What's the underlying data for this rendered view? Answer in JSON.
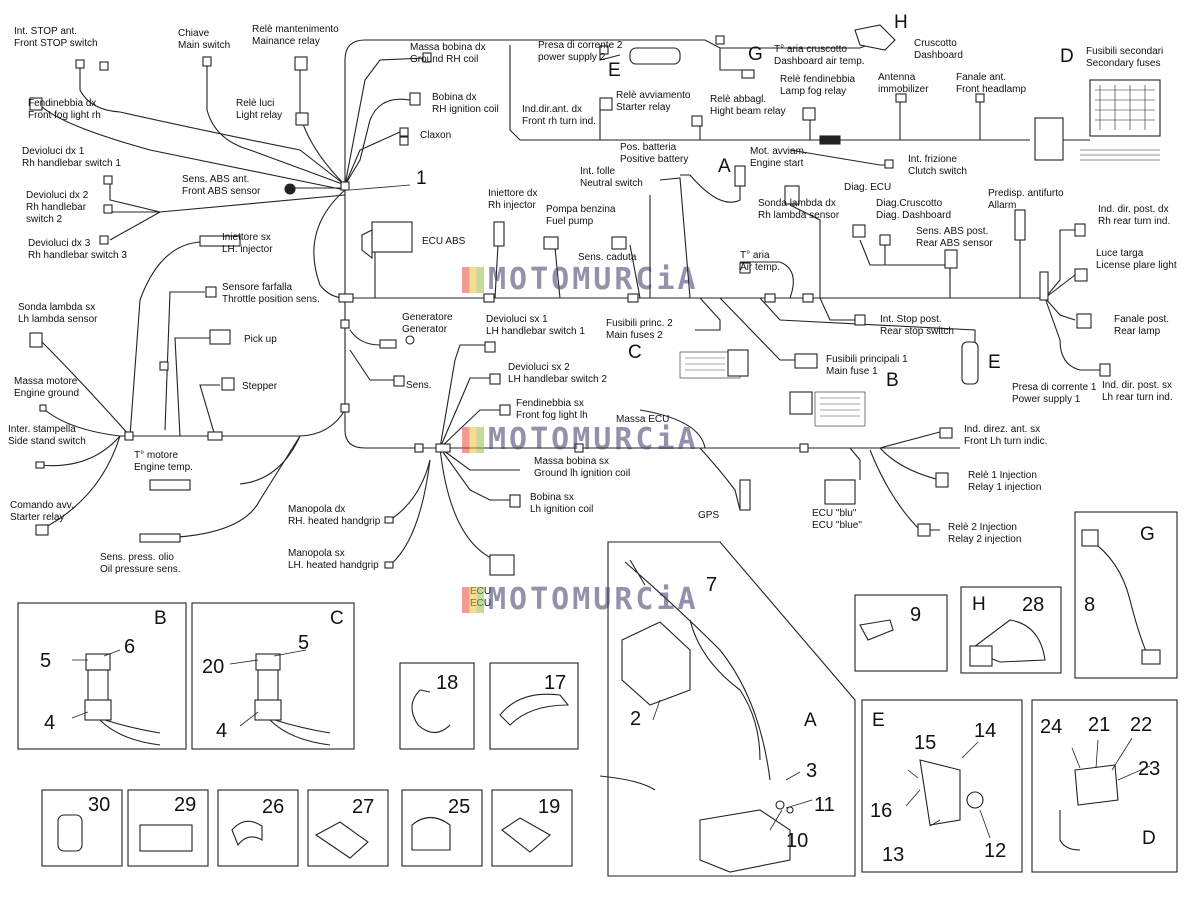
{
  "labels": {
    "int_stop_ant": "Int. STOP ant.\nFront STOP switch",
    "chiave": "Chiave\nMain switch",
    "rele_mant": "Relè mantenimento\nMainance relay",
    "massa_bob_dx": "Massa bobina dx\nGround RH coil",
    "presa_corr_2": "Presa di corrente 2\npower supply 2",
    "taria_crusc": "T° aria cruscotto\nDashboard air temp.",
    "cruscotto": "Cruscotto\nDashboard",
    "fusibili_sec": "Fusibili secondari\nSecondary fuses",
    "fendinebbia_dx": "Fendinebbia dx\nFront fog light rh",
    "rele_luci": "Relè luci\nLight relay",
    "bobina_dx": "Bobina dx\nRH ignition coil",
    "ind_dir_ant_dx": "Ind.dir.ant. dx\nFront rh turn ind.",
    "rele_avv": "Relè avviamento\nStarter relay",
    "rele_abbagl": "Relè abbagl.\nHight beam relay",
    "rele_fendi": "Relè fendinebbia\nLamp fog relay",
    "antenna": "Antenna\nimmobilizer",
    "fanale_ant": "Fanale ant.\nFront headlamp",
    "claxon": "Claxon",
    "devio_dx1": "Devioluci dx 1\nRh handlebar switch 1",
    "sens_abs_ant": "Sens. ABS ant.\nFront ABS sensor",
    "pos_batt": "Pos. batteria\nPositive battery",
    "mot_avv": "Mot. avviam.\nEngine start",
    "int_folle": "Int. folle\nNeutral switch",
    "int_frizione": "Int. frizione\nClutch switch",
    "devio_dx2": "Devioluci dx 2\nRh handlebar\nswitch 2",
    "iniett_dx": "Iniettore dx\nRh injector",
    "pompa": "Pompa benzina\nFuel pump",
    "sonda_dx": "Sonda lambda dx\nRh lambda sensor",
    "diag_ecu": "Diag. ECU",
    "diag_crusc": "Diag.Cruscotto\nDiag. Dashboard",
    "predisp": "Predisp. antifurto\nAllarm",
    "ind_post_dx": "Ind. dir. post. dx\nRh rear turn ind.",
    "devio_dx3": "Devioluci dx 3\nRh handlebar switch 3",
    "iniett_sx": "Iniettore sx\nLH. injector",
    "ecu_abs": "ECU ABS",
    "sens_caduta": "Sens. caduta",
    "taria": "T° aria\nAir temp.",
    "sens_abs_post": "Sens. ABS post.\nRear ABS sensor",
    "luce_targa": "Luce targa\nLicense plare light",
    "sensore_farf": "Sensore farfalla\nThrottle position sens.",
    "sonda_sx": "Sonda lambda sx\nLh lambda sensor",
    "generatore": "Generatore\nGenerator",
    "devio_sx1": "Devioluci sx 1\nLH handlebar switch 1",
    "fusibili_princ2": "Fusibili princ. 2\nMain fuses 2",
    "int_stop_post": "Int. Stop post.\nRear stop switch",
    "fanale_post": "Fanale post.\nRear lamp",
    "pickup": "Pick up",
    "fusibili_princ1": "Fusibili principali 1\nMain fuse 1",
    "massa_motore": "Massa motore\nEngine ground",
    "stepper": "Stepper",
    "sens": "Sens.",
    "devio_sx2": "Devioluci sx 2\nLH handlebar switch 2",
    "presa_corr_1": "Presa di corrente 1\nPower supply 1",
    "ind_post_sx": "Ind. dir. post. sx\nLh rear turn ind.",
    "inter_stamp": "Inter. stampella\nSide stand switch",
    "fendi_sx": "Fendinebbia sx\nFront fog light lh",
    "massa_ecu": "Massa ECU",
    "ind_ant_sx": "Ind. direz. ant. sx\nFront Lh turn indic.",
    "t_motore": "T° motore\nEngine temp.",
    "massa_bob_sx": "Massa bobina sx\nGround lh ignition coil",
    "rele1_inj": "Relè 1 Injection\nRelay 1 injection",
    "comando_avv": "Comando avv.\nStarter relay",
    "bobina_sx": "Bobina sx\nLh ignition coil",
    "gps": "GPS",
    "ecu_blu": "ECU \"blu\"\nECU \"blue\"",
    "manopola_dx": "Manopola dx\nRH. heated handgrip",
    "rele2_inj": "Relè 2 Injection\nRelay 2 injection",
    "sens_press": "Sens. press. olio\nOil pressure sens.",
    "manopola_sx": "Manopola sx\nLH. heated handgrip",
    "ecu": "ECU\nECU"
  },
  "letters": {
    "A1": "A",
    "B1": "B",
    "C1": "C",
    "D1": "D",
    "E1": "E",
    "E2": "E",
    "G1": "G",
    "H1": "H",
    "one": "1",
    "pB": "B",
    "pC": "C",
    "pG": "G",
    "pH": "H",
    "pA": "A",
    "pE": "E",
    "pD": "D"
  },
  "callouts": {
    "n5a": "5",
    "n6": "6",
    "n4a": "4",
    "n20": "20",
    "n5b": "5",
    "n4b": "4",
    "n18": "18",
    "n17": "17",
    "n7": "7",
    "n2": "2",
    "n3": "3",
    "n11": "11",
    "n10": "10",
    "n9": "9",
    "n28": "28",
    "n8": "8",
    "n15": "15",
    "n14": "14",
    "n16": "16",
    "n13": "13",
    "n12": "12",
    "n24": "24",
    "n21": "21",
    "n22": "22",
    "n23": "23",
    "n30": "30",
    "n29": "29",
    "n26": "26",
    "n27": "27",
    "n25": "25",
    "n19": "19"
  },
  "watermark": "MOTOMURCiA",
  "colors": {
    "line": "#222222",
    "watermark": "#3a3a6a"
  },
  "icons": [
    "connector-icon",
    "relay-icon",
    "battery-icon",
    "starter-motor-icon",
    "fuse-box-icon",
    "ecu-icon"
  ]
}
